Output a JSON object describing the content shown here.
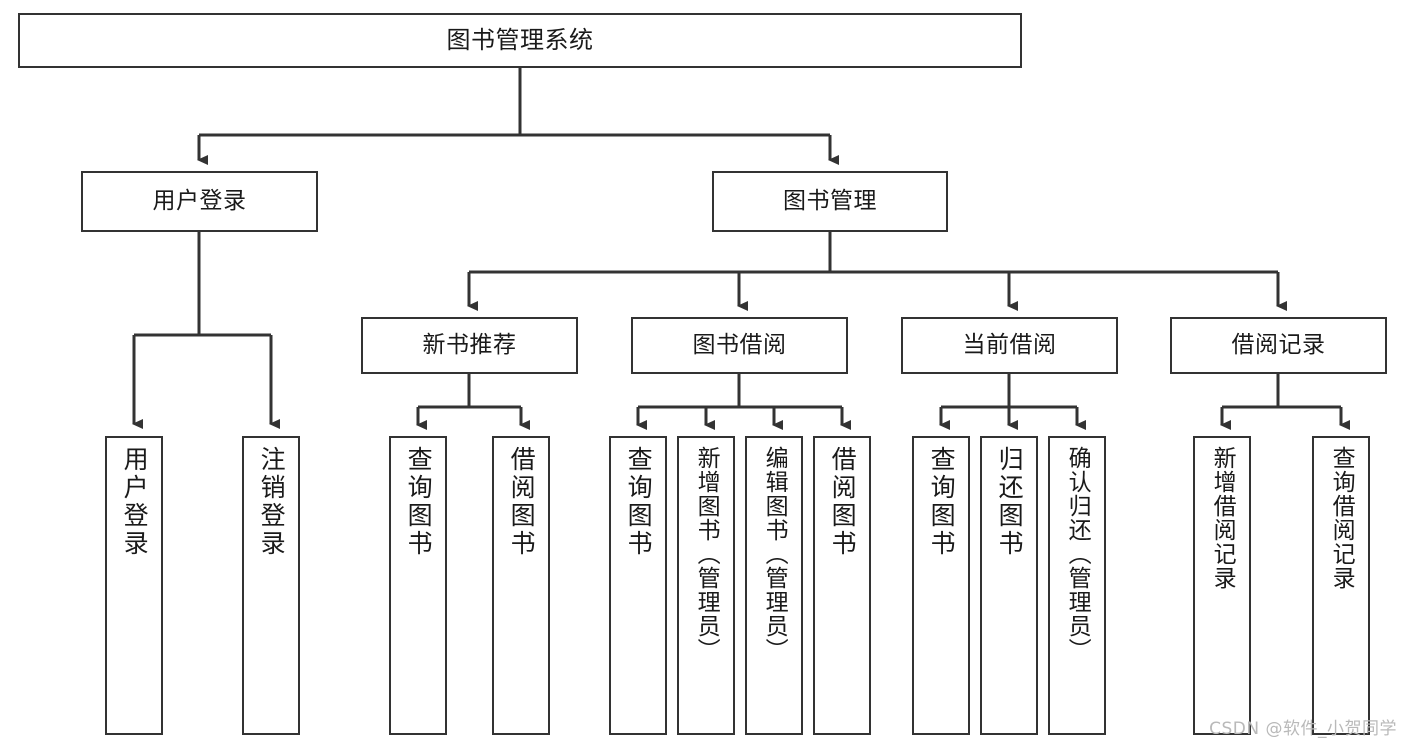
{
  "diagram": {
    "type": "tree",
    "title": "图书管理系统",
    "orientation": "top-down",
    "colors": {
      "node_border": "#333333",
      "node_fill": "#ffffff",
      "edge": "#333333",
      "text": "#1a1a1a",
      "watermark": "#b9b9b9",
      "background": "#ffffff"
    },
    "watermark": "CSDN @软件_小贺同学",
    "root": {
      "id": "root",
      "label": "图书管理系统"
    },
    "level2": [
      {
        "id": "user-login",
        "label": "用户登录"
      },
      {
        "id": "book-manage",
        "label": "图书管理"
      }
    ],
    "level3": [
      {
        "id": "new-book-rec",
        "label": "新书推荐",
        "parent": "book-manage"
      },
      {
        "id": "book-borrow",
        "label": "图书借阅",
        "parent": "book-manage"
      },
      {
        "id": "current-borrow",
        "label": "当前借阅",
        "parent": "book-manage"
      },
      {
        "id": "borrow-record",
        "label": "借阅记录",
        "parent": "book-manage"
      }
    ],
    "leaves": {
      "user-login": [
        {
          "id": "leaf-user-login",
          "label": "用户登录"
        },
        {
          "id": "leaf-logout",
          "label": "注销登录"
        }
      ],
      "new-book-rec": [
        {
          "id": "leaf-query-book-1",
          "label": "查询图书"
        },
        {
          "id": "leaf-borrow-book-1",
          "label": "借阅图书"
        }
      ],
      "book-borrow": [
        {
          "id": "leaf-query-book-2",
          "label": "查询图书"
        },
        {
          "id": "leaf-add-book",
          "label": "新增图书（管理员）"
        },
        {
          "id": "leaf-edit-book",
          "label": "编辑图书（管理员）"
        },
        {
          "id": "leaf-borrow-book-2",
          "label": "借阅图书"
        }
      ],
      "current-borrow": [
        {
          "id": "leaf-query-book-3",
          "label": "查询图书"
        },
        {
          "id": "leaf-return-book",
          "label": "归还图书"
        },
        {
          "id": "leaf-confirm-return",
          "label": "确认归还（管理员）"
        }
      ],
      "borrow-record": [
        {
          "id": "leaf-add-record",
          "label": "新增借阅记录"
        },
        {
          "id": "leaf-query-record",
          "label": "查询借阅记录"
        }
      ]
    }
  }
}
